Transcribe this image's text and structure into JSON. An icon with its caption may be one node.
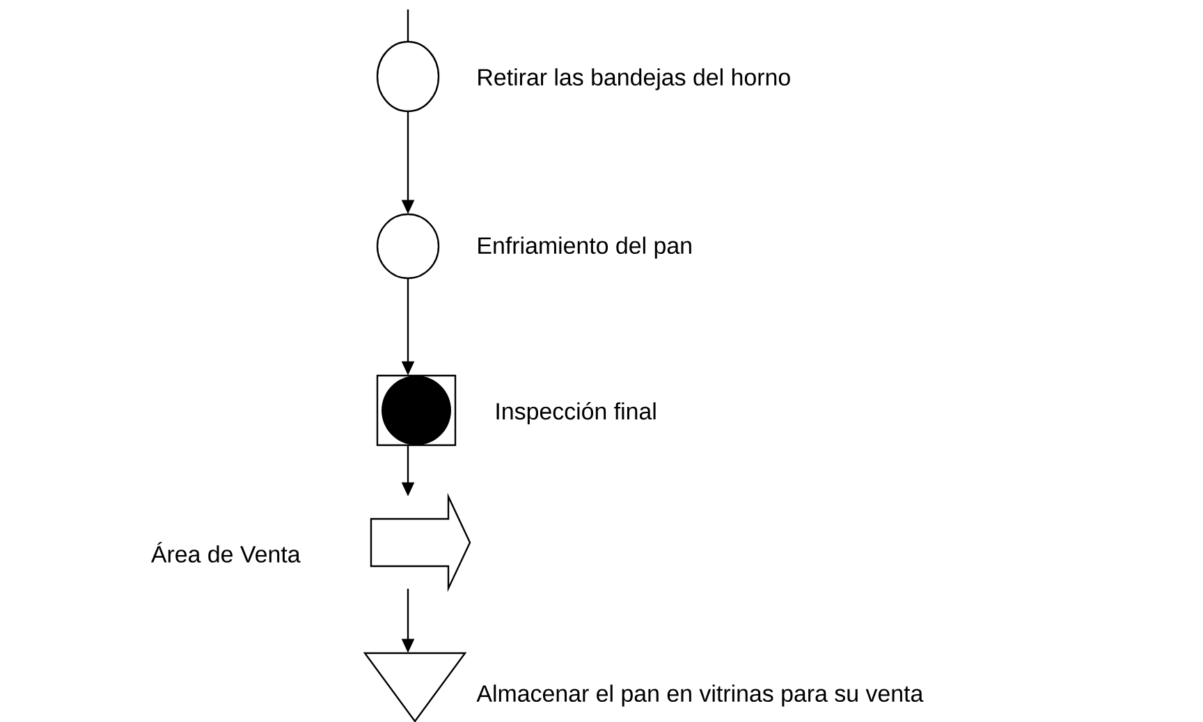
{
  "diagram": {
    "nodes": [
      {
        "text": [],
        "shape": "circle",
        "beside": [
          "Retirar las bandejas del horno"
        ]
      },
      {
        "text": [],
        "shape": "circle",
        "beside": [
          "Enfriamiento del pan"
        ]
      },
      {
        "text": [],
        "shape": "box",
        "beside": [
          "Inspección final"
        ]
      },
      {
        "text": [],
        "shape": "arrow",
        "beside": [
          "Área de Venta"
        ]
      },
      {
        "text": [],
        "shape": "triangle",
        "beside": [
          "Almacenar el pan en vitrinas para su venta"
        ]
      }
    ],
    "edges": [
      {
        "from": null,
        "to": 0,
        "arrow": "none"
      },
      {
        "from": 0,
        "to": 1,
        "arrow": "to"
      },
      {
        "from": 1,
        "to": 2,
        "arrow": "to"
      },
      {
        "from": 2,
        "to": 3,
        "arrow": "to"
      },
      {
        "from": 3,
        "to": 4,
        "arrow": "to"
      }
    ]
  }
}
